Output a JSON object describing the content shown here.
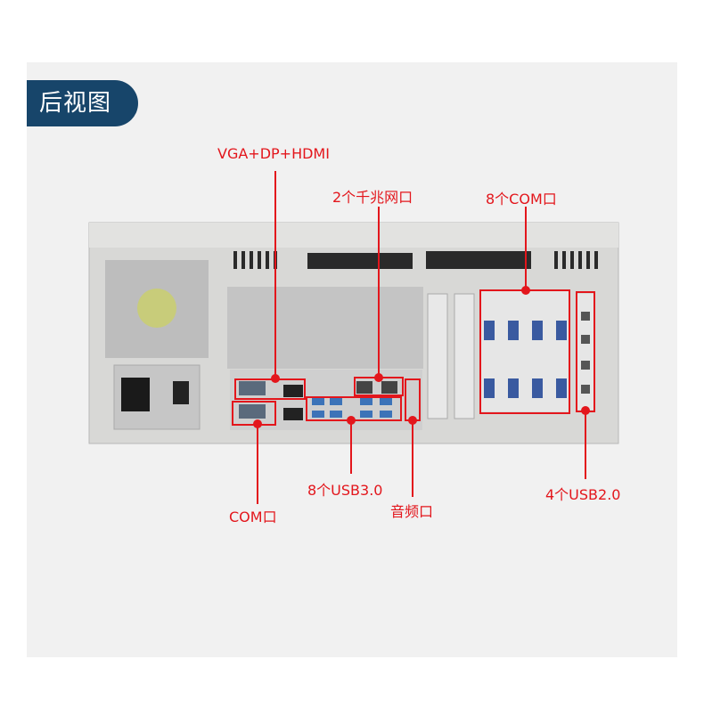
{
  "header": {
    "title": "后视图"
  },
  "callouts": {
    "vga": "VGA+DP+HDMI",
    "lan": "2个千兆网口",
    "com8": "8个COM口",
    "com": "COM口",
    "usb3": "8个USB3.0",
    "audio": "音频口",
    "usb2": "4个USB2.0"
  },
  "colors": {
    "accent": "#e3161c",
    "tab": "#17456a",
    "chassis": "#d9d9d9"
  }
}
